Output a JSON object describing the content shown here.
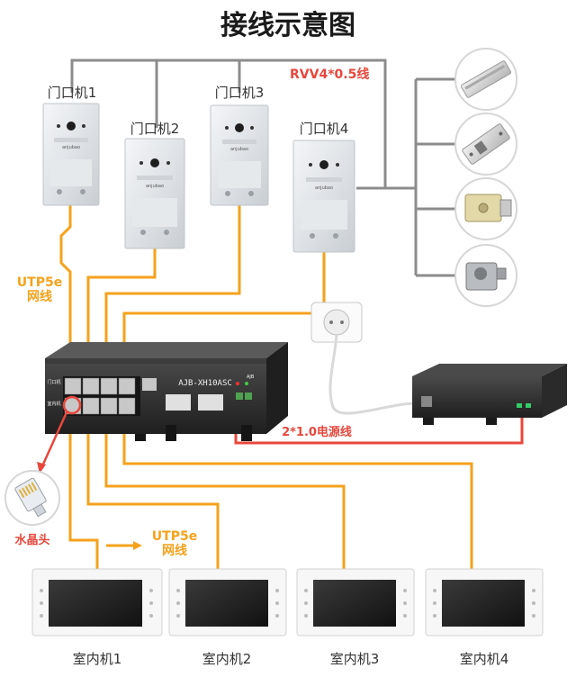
{
  "title": "接线示意图",
  "wire_labels": {
    "rvv": "RVV4*0.5线",
    "utp_top_1": "UTP5e",
    "utp_top_2": "网线",
    "utp_bottom_1": "UTP5e",
    "utp_bottom_2": "网线",
    "power": "2*1.0电源线",
    "crystal": "水晶头"
  },
  "door_units": [
    {
      "label": "门口机1"
    },
    {
      "label": "门口机2"
    },
    {
      "label": "门口机3"
    },
    {
      "label": "门口机4"
    }
  ],
  "switch": {
    "model": "AJB-XH10ASC",
    "port_label_top": "门口机",
    "port_label_bottom": "室内机"
  },
  "locks": [
    {
      "icon": "magnetic-lock-icon"
    },
    {
      "icon": "electric-strike-icon"
    },
    {
      "icon": "electric-rim-lock-icon"
    },
    {
      "icon": "electric-bolt-lock-icon"
    }
  ],
  "indoor_units": [
    {
      "label": "室内机1"
    },
    {
      "label": "室内机2"
    },
    {
      "label": "室内机3"
    },
    {
      "label": "室内机4"
    }
  ],
  "colors": {
    "utp_wire": "#f5a21b",
    "rvv_wire": "#8c8c8c",
    "power_wire": "#e8473c",
    "switch_body": "#2f2f2f"
  }
}
